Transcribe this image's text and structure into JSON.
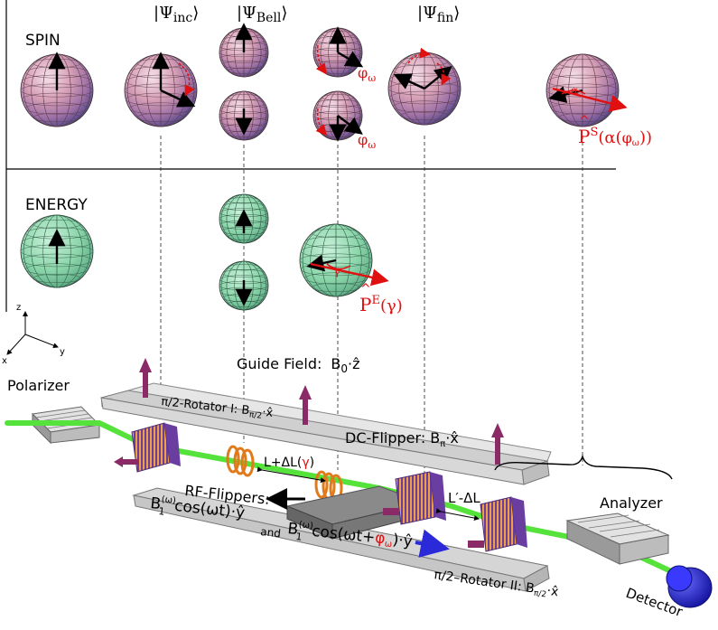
{
  "row_labels": {
    "spin": "SPIN",
    "energy": "ENERGY"
  },
  "state_labels": [
    {
      "main": "|Ψ",
      "sub": "inc",
      "close": "⟩"
    },
    {
      "main": "|Ψ",
      "sub": "Bell",
      "close": "⟩"
    },
    {
      "main": "|Ψ",
      "sub": "fin",
      "close": "⟩"
    }
  ],
  "phase_label": {
    "main": "φ",
    "sub": "ω"
  },
  "alpha_label": "α",
  "gamma_label": "γ",
  "spin_projector": {
    "main": "P",
    "sup": "S",
    "arg": "(α(",
    "argsub": "ω",
    "close": "))"
  },
  "energy_projector": {
    "main": "P",
    "sup": "E",
    "arg": "(γ)"
  },
  "axes": {
    "z": "z",
    "y": "y",
    "x": "x"
  },
  "guide_field": {
    "label": "Guide Field:",
    "value": "B",
    "sub": "0",
    "dir": "·ẑ"
  },
  "polarizer": "Polarizer",
  "rotator1": {
    "label": "π/2-Rotator I: B",
    "sub": "π/2",
    "dir": "·x̂"
  },
  "dc_flipper": {
    "label": "DC-Flipper: B",
    "sub": "π",
    "dir": "·x̂"
  },
  "path1": {
    "label": "L+ΔL(",
    "gamma": "γ",
    "close": ")"
  },
  "path2": "L′-ΔL",
  "rf_flippers": {
    "title": "RF-Flippers:",
    "line1_B": "B",
    "line1_sub": "1",
    "line1_sup": "(ω)",
    "line1_rest": "cos(ωt)·ŷ",
    "and": "and",
    "line2_B": "B",
    "line2_sub": "1",
    "line2_sup": "(ω)",
    "line2_rest_a": "cos(ωt+",
    "line2_phi": "φ",
    "line2_phisub": "ω",
    "line2_rest_b": ")·ŷ"
  },
  "rotator2": {
    "label": "π/2–Rotator II: B",
    "sub": "π/2",
    "dir": "·x̂"
  },
  "analyzer": "Analyzer",
  "detector": "Detector",
  "colors": {
    "spin_sphere": "#d9a6b8",
    "energy_sphere": "#8fd6ae",
    "beam": "#55e23a",
    "red": "#e01010",
    "coil": "#e07a1a",
    "flipper_purple": "#6a3ea0",
    "flipper_orange": "#f0a040",
    "arrow_purple": "#8a2a66",
    "detector": "#2a2ad8"
  }
}
